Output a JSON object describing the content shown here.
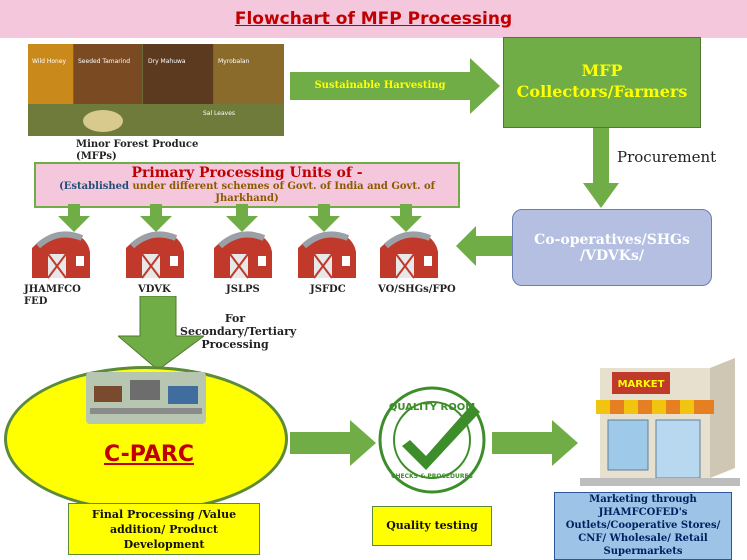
{
  "title": "Flowchart of MFP Processing",
  "photo": {
    "tiles": [
      "Wild Honey",
      "Seeded Tamarind",
      "Dry Mahuwa",
      "Myrobalan",
      "",
      "Sal Leaves",
      ""
    ],
    "caption": "Minor Forest Produce (MFPs)"
  },
  "arrow_label": "Sustainable Harvesting",
  "collectors": {
    "line1": "MFP",
    "line2": "Collectors/Farmers"
  },
  "procurement": "Procurement",
  "primary": {
    "title": "Primary Processing Units of -",
    "subtitle_em": "(Established",
    "subtitle_rest": " under different schemes of Govt. of India and Govt. of Jharkhand)"
  },
  "coop": {
    "line1": "Co-operatives/SHGs",
    "line2": "/VDVKs/"
  },
  "units": [
    "JHAMFCOFED",
    "VDVK",
    "JSLPS",
    "JSFDC",
    "VO/SHGs/FPO"
  ],
  "secondary": "For Secondary/Tertiary Processing",
  "cparc": "C-PARC",
  "final": "Final Processing /Value addition/ Product Development",
  "quality": {
    "stamp_top": "QUALITY ROOM",
    "stamp_bottom": "CHECKS & PROCEDURES",
    "label": "Quality testing"
  },
  "market": {
    "sign": "MARKET",
    "label": "Marketing through JHAMFCOFED's Outlets/Cooperative Stores/ CNF/ Wholesale/ Retail Supermarkets"
  },
  "colors": {
    "arrow": "#70ad47",
    "title": "#c00000",
    "accent_yellow": "#ffff00"
  }
}
